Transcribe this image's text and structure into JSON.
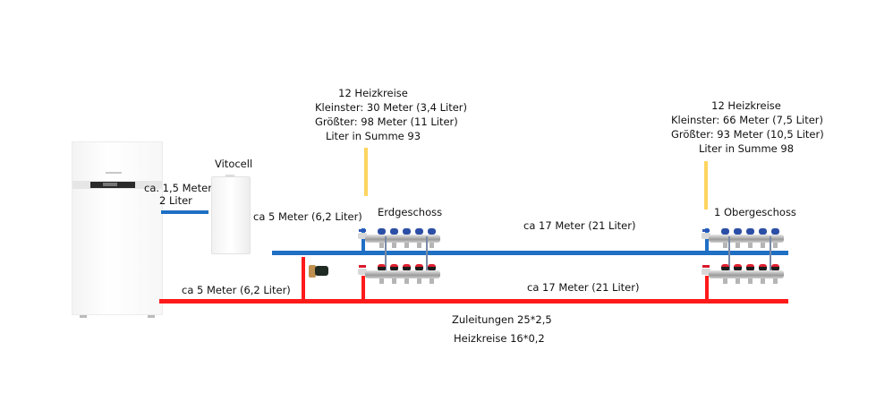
{
  "diagram": {
    "title": "Heizungs-Rohrplan",
    "colors": {
      "supply_line": "#1f6fc4",
      "return_line": "#ff1a1a",
      "pointer": "#ffd560"
    },
    "components": {
      "boiler": {
        "label": ""
      },
      "tank": {
        "label": "Vitocell"
      },
      "pump": {
        "label": ""
      }
    },
    "labels": {
      "boiler_to_tank": [
        "ca. 1,5 Meter",
        "2 Liter"
      ],
      "tank_to_eg_supply": "ca 5 Meter (6,2 Liter)",
      "boiler_to_eg_return": "ca 5 Meter (6,2 Liter)",
      "eg_to_og_supply": "ca 17 Meter (21 Liter)",
      "eg_to_og_return": "ca 17 Meter (21 Liter)",
      "pipe_spec_supply": "Zuleitungen 25*2,5",
      "pipe_spec_circuits": "Heizkreise 16*0,2"
    },
    "floors": [
      {
        "name": "Erdgeschoss",
        "info": [
          "12 Heizkreise",
          "Kleinster: 30 Meter (3,4 Liter)",
          "Größter: 98 Meter (11 Liter)",
          "Liter in Summe 93"
        ]
      },
      {
        "name": "1 Obergeschoss",
        "info": [
          "12 Heizkreise",
          "Kleinster: 66 Meter (7,5 Liter)",
          "Größter: 93 Meter (10,5 Liter)",
          "Liter in Summe 98"
        ]
      }
    ]
  }
}
